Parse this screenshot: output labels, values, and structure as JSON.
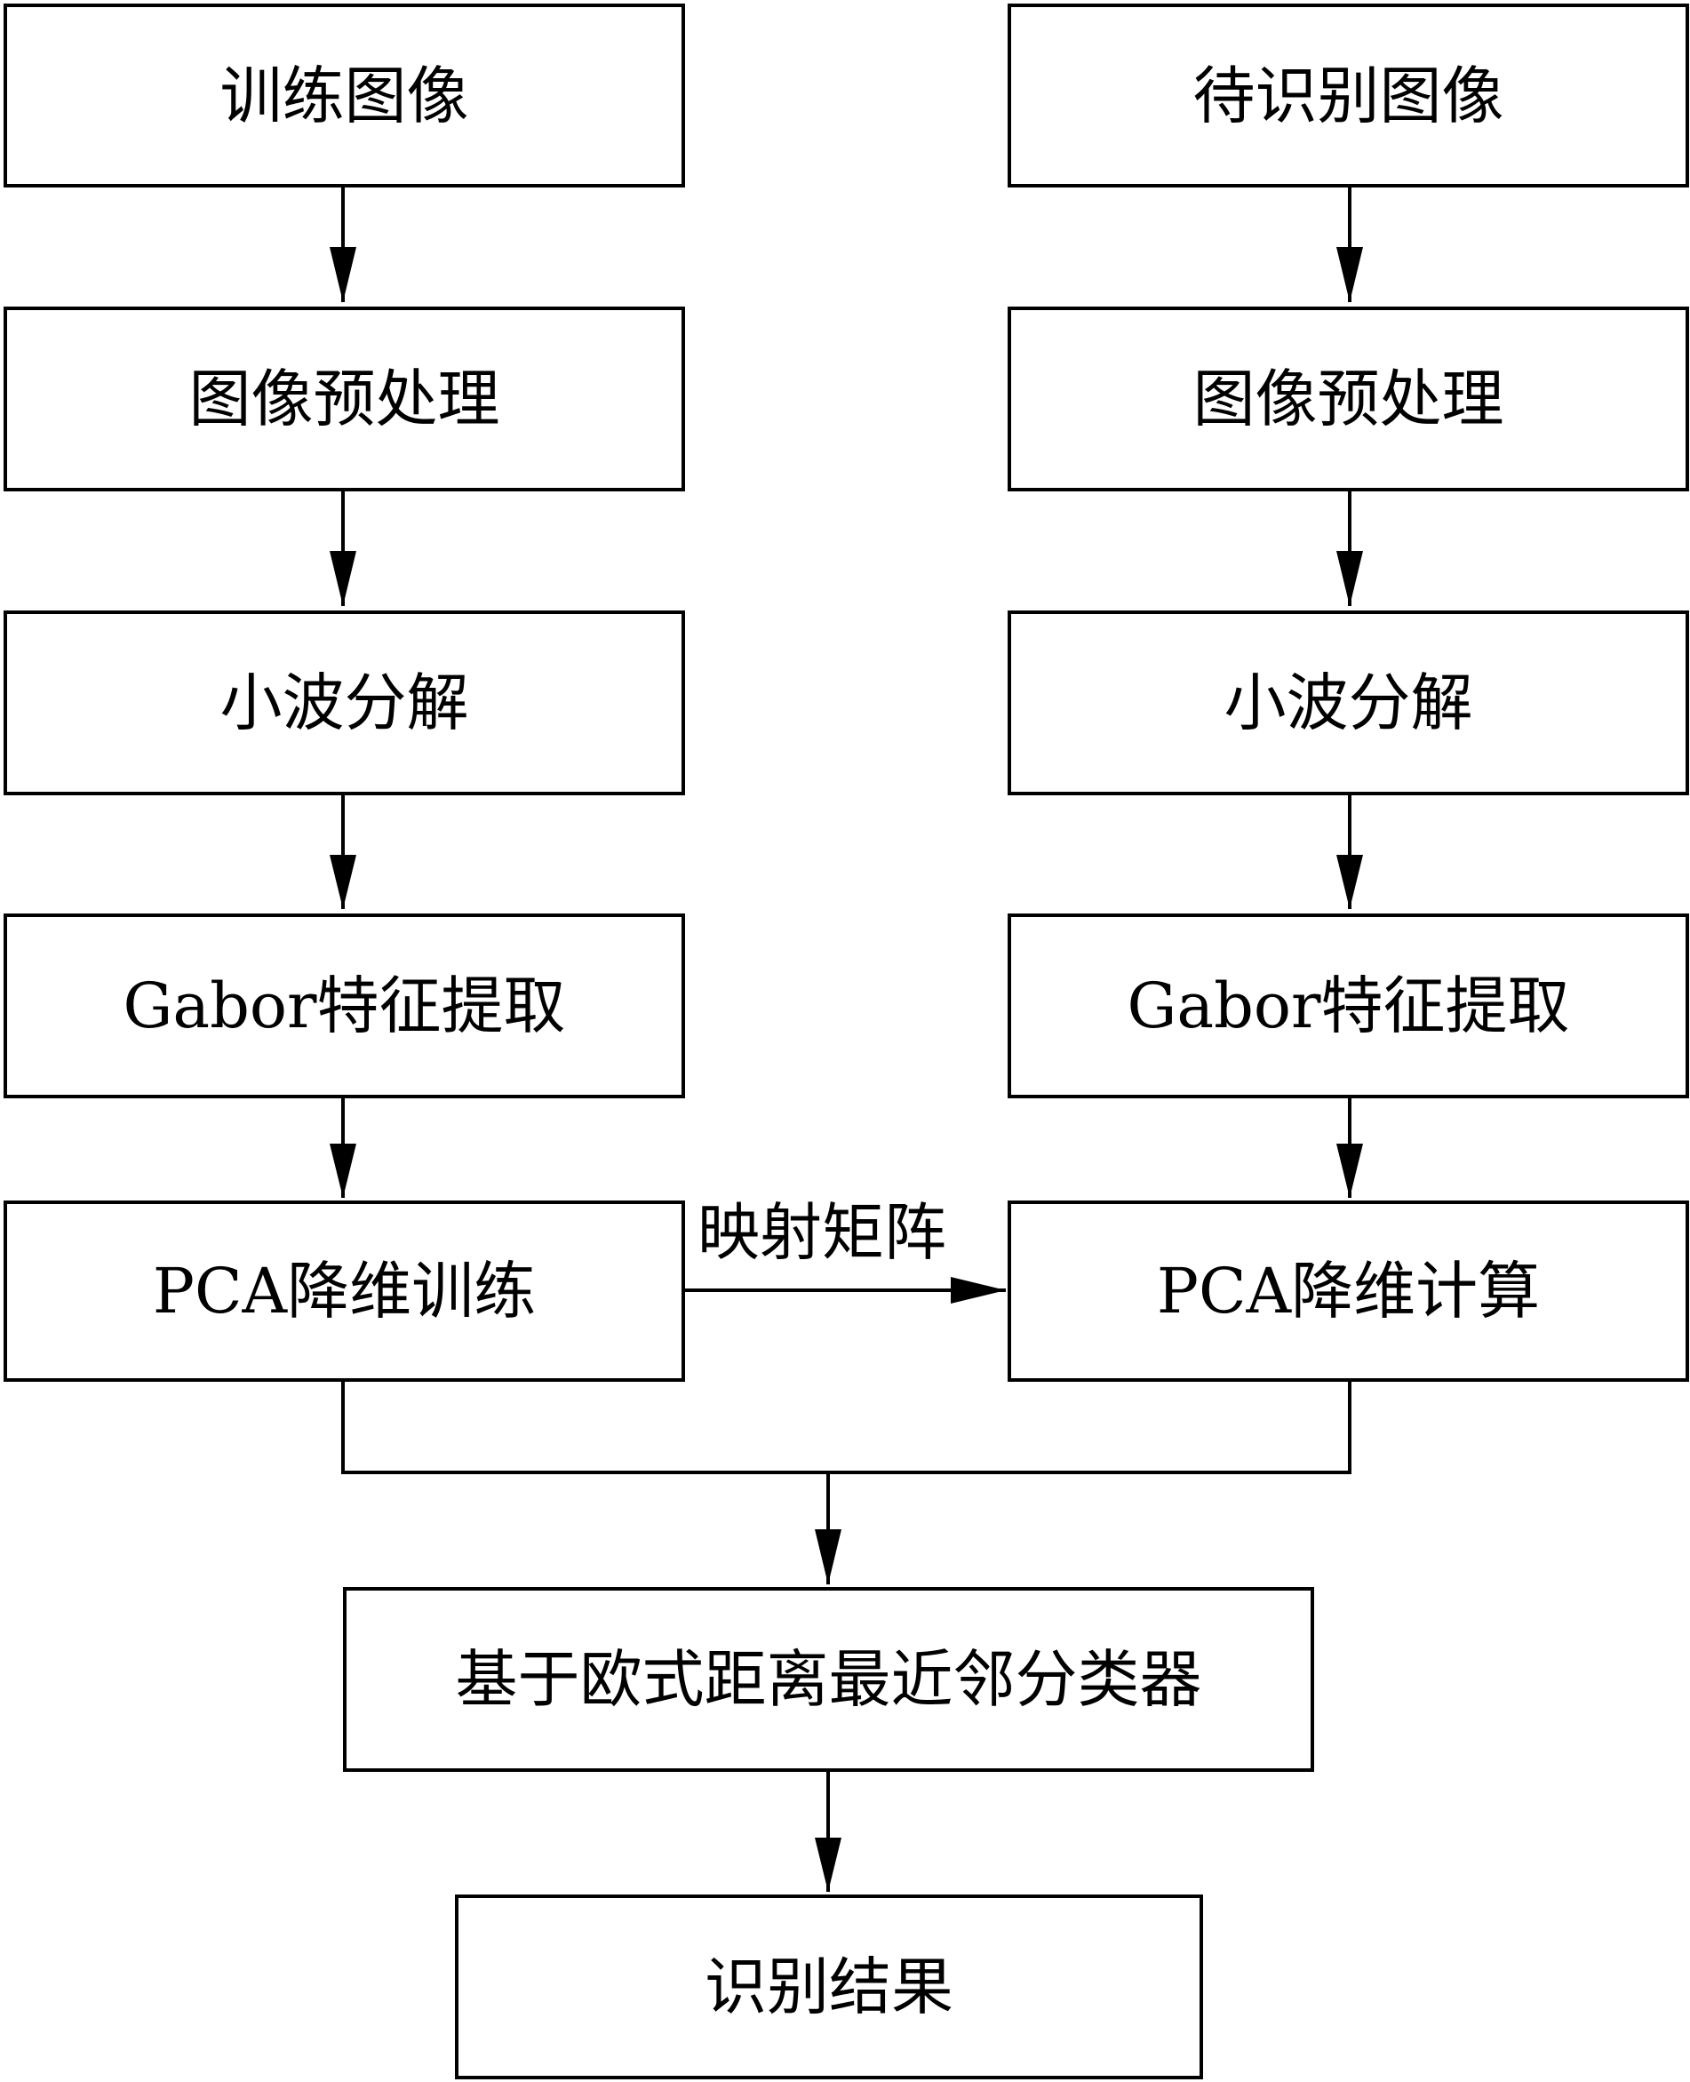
{
  "left_column": {
    "training_image": "训练图像",
    "preprocess": "图像预处理",
    "wavelet": "小波分解",
    "gabor": "Gabor特征提取",
    "pca_train": "PCA降维训练"
  },
  "right_column": {
    "test_image": "待识别图像",
    "preprocess": "图像预处理",
    "wavelet": "小波分解",
    "gabor": "Gabor特征提取",
    "pca_compute": "PCA降维计算"
  },
  "projection_matrix_label": "映射矩阵",
  "classifier": "基于欧式距离最近邻分类器",
  "result": "识别结果"
}
